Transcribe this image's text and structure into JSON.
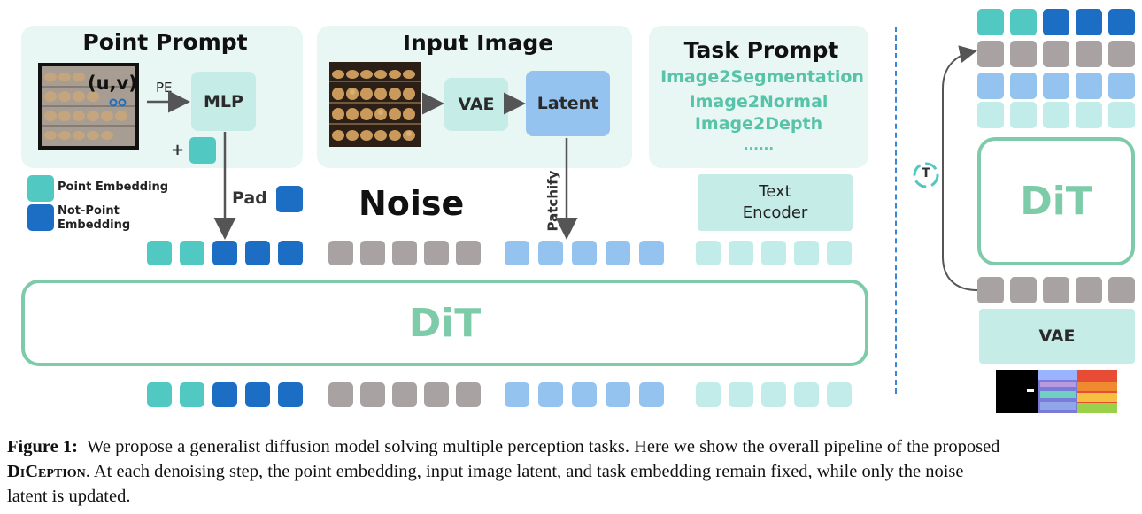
{
  "point_prompt": {
    "title": "Point Prompt",
    "coord_label": "(u,v)",
    "pe_label": "PE",
    "mlp_label": "MLP",
    "plus_label": "+"
  },
  "input_image": {
    "title": "Input Image",
    "vae_label": "VAE",
    "latent_label": "Latent"
  },
  "task_prompt": {
    "title": "Task Prompt",
    "tasks": [
      "Image2Segmentation",
      "Image2Normal",
      "Image2Depth",
      "......"
    ],
    "text_encoder_label": "Text\nEncoder"
  },
  "legend": {
    "point_embedding": "Point Embedding",
    "not_point_embedding": "Not-Point\nEmbedding"
  },
  "labels": {
    "pad": "Pad",
    "noise": "Noise",
    "patchify": "Patchify",
    "dit_main": "DiT",
    "dit_side": "DiT",
    "vae_side": "VAE",
    "timestep": "T"
  },
  "colors": {
    "point_embedding": "#52c8c3",
    "not_point_embedding": "#1b6ec4",
    "noise": "#a8a2a2",
    "latent": "#95c3f0",
    "text": "#c2ece9",
    "dit": "#7ecba9",
    "panel": "#e8f6f4"
  },
  "caption": {
    "fig_label": "Figure 1:",
    "line1": "We propose a generalist diffusion model solving multiple perception tasks. Here we show the overall pipeline of the proposed",
    "method_name": "DiCeption",
    "line2": ". At each denoising step, the point embedding, input image latent, and task embedding remain fixed, while only the noise",
    "line3": "latent is updated."
  }
}
